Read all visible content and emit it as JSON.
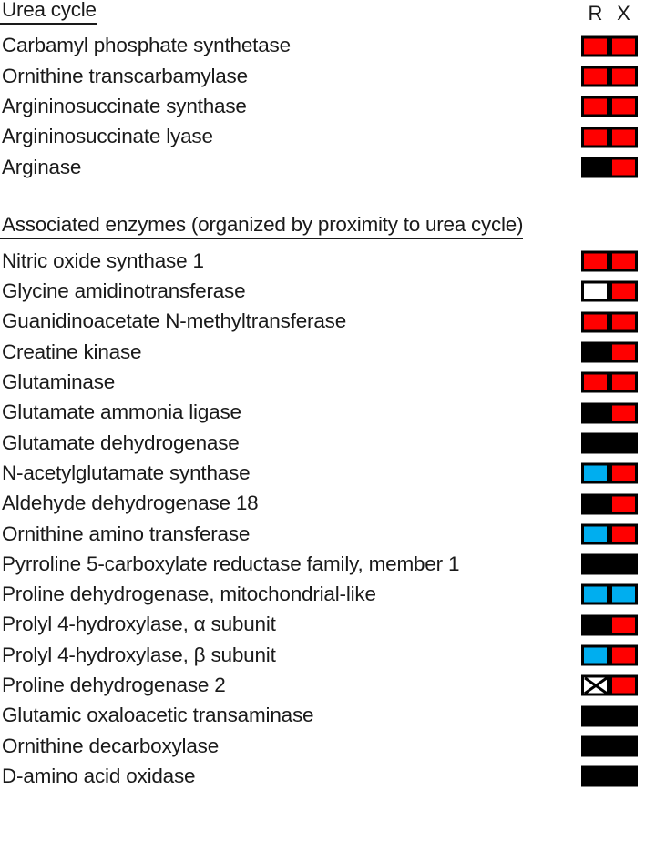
{
  "columns": {
    "labels": [
      "R",
      "X"
    ]
  },
  "palette": {
    "red": "#ff0000",
    "blue": "#00aeef",
    "black": "#000000",
    "white": "#ffffff",
    "text": "#1a1a1a",
    "background": "#ffffff"
  },
  "sections": [
    {
      "title": "Urea cycle",
      "rows": [
        {
          "label": "Carbamyl phosphate synthetase",
          "R": "red",
          "X": "red"
        },
        {
          "label": "Ornithine transcarbamylase",
          "R": "red",
          "X": "red"
        },
        {
          "label": "Argininosuccinate synthase",
          "R": "red",
          "X": "red"
        },
        {
          "label": "Argininosuccinate lyase",
          "R": "red",
          "X": "red"
        },
        {
          "label": "Arginase",
          "R": "black",
          "X": "red"
        }
      ]
    },
    {
      "title": "Associated enzymes (organized by proximity to urea cycle)",
      "rows": [
        {
          "label": "Nitric oxide synthase 1",
          "R": "red",
          "X": "red"
        },
        {
          "label": "Glycine amidinotransferase",
          "R": "white",
          "X": "red"
        },
        {
          "label": "Guanidinoacetate N-methyltransferase",
          "R": "red",
          "X": "red"
        },
        {
          "label": "Creatine kinase",
          "R": "black",
          "X": "red"
        },
        {
          "label": "Glutaminase",
          "R": "red",
          "X": "red"
        },
        {
          "label": "Glutamate ammonia ligase",
          "R": "black",
          "X": "red"
        },
        {
          "label": "Glutamate dehydrogenase",
          "R": "black",
          "X": "black"
        },
        {
          "label": "N-acetylglutamate synthase",
          "R": "blue",
          "X": "red"
        },
        {
          "label": "Aldehyde dehydrogenase 18",
          "R": "black",
          "X": "red"
        },
        {
          "label": "Ornithine amino transferase",
          "R": "blue",
          "X": "red"
        },
        {
          "label": "Pyrroline 5-carboxylate reductase family, member 1",
          "R": "black",
          "X": "black"
        },
        {
          "label": "Proline dehydrogenase, mitochondrial-like",
          "R": "blue",
          "X": "blue"
        },
        {
          "label": "Prolyl 4-hydroxylase, α subunit",
          "R": "black",
          "X": "red"
        },
        {
          "label": "Prolyl 4-hydroxylase, β subunit",
          "R": "blue",
          "X": "red"
        },
        {
          "label": "Proline dehydrogenase 2",
          "R": "xmark",
          "X": "red"
        },
        {
          "label": "Glutamic oxaloacetic transaminase",
          "R": "black",
          "X": "black"
        },
        {
          "label": "Ornithine decarboxylase",
          "R": "black",
          "X": "black"
        },
        {
          "label": "D-amino acid oxidase",
          "R": "black",
          "X": "black"
        }
      ]
    }
  ]
}
